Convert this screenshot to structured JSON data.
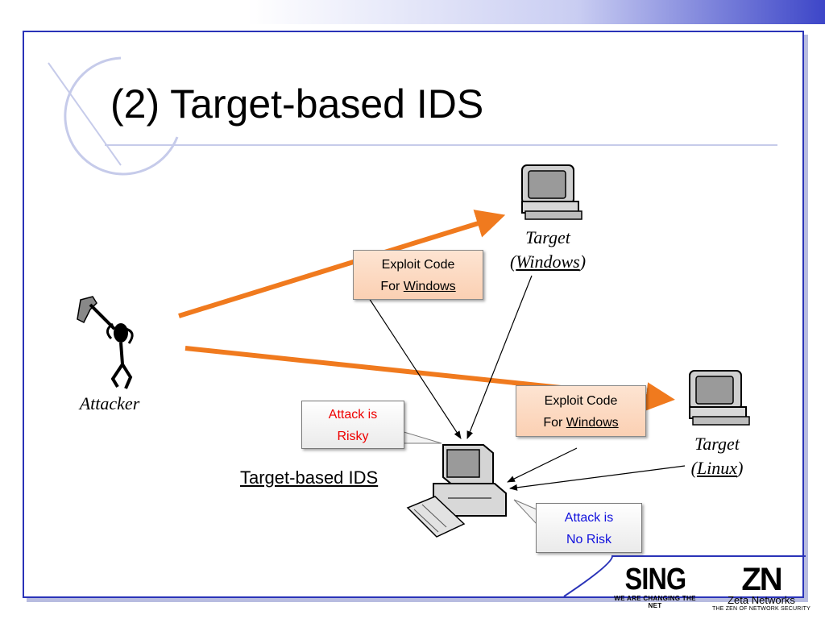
{
  "slide": {
    "title": "(2) Target-based IDS"
  },
  "nodes": {
    "attacker_label": "Attacker",
    "target_windows": {
      "line1": "Target",
      "open_paren": "(",
      "os": "Windows",
      "close_paren": ")"
    },
    "target_linux": {
      "line1": "Target",
      "open_paren": "(",
      "os": "Linux",
      "close_paren": ")"
    },
    "ids_label": "Target-based IDS"
  },
  "callouts": {
    "exploit_top": {
      "line1": "Exploit Code",
      "line2_prefix": "For ",
      "line2_os": "Windows"
    },
    "exploit_bottom": {
      "line1": "Exploit Code",
      "line2_prefix": "For ",
      "line2_os": "Windows"
    },
    "risky": {
      "line1": "Attack is",
      "line2": "Risky"
    },
    "no_risk": {
      "line1": "Attack is",
      "line2": "No Risk"
    }
  },
  "logos": {
    "sing": {
      "name": "SING",
      "tagline": "WE ARE CHANGING THE NET"
    },
    "zeta": {
      "mark": "ZN",
      "name": "Zeta Networks",
      "tagline": "THE ZEN OF NETWORK SECURITY"
    }
  },
  "colors": {
    "frame": "#2a33b8",
    "arrow": "#f07a1e",
    "risky_text": "#ee0000",
    "no_risk_text": "#1111dd"
  }
}
